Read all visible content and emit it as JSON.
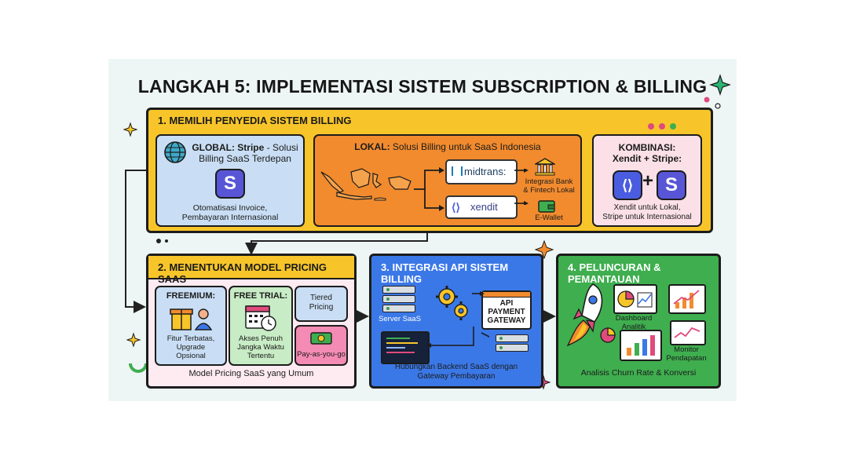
{
  "title": "LANGKAH 5: IMPLEMENTASI SISTEM SUBSCRIPTION & BILLING",
  "colors": {
    "panel1": "#f7c52a",
    "panel2": "#fdebf1",
    "panel3": "#3b78e7",
    "panel4": "#3fae4f",
    "local": "#f28b2e",
    "kombinasi": "#fbe0e8",
    "global": "#c9def4",
    "stripe": "#5856d6"
  },
  "panel1": {
    "title": "1. MEMILIH PENYEDIA SISTEM BILLING",
    "global": {
      "heading_bold": "GLOBAL: Stripe",
      "heading_rest": " - Solusi",
      "heading_line2": "Billing SaaS Terdepan",
      "logo": "S",
      "caption_line1": "Otomatisasi Invoice,",
      "caption_line2": "Pembayaran Internasional"
    },
    "local": {
      "heading_bold": "LOKAL:",
      "heading_rest": " Solusi Billing untuk SaaS Indonesia",
      "midtrans": "midtrans:",
      "xendit": "xendit",
      "bank_line1": "Integrasi Bank",
      "bank_line2": "& Fintech Lokal",
      "ewallet": "E-Wallet"
    },
    "kombinasi": {
      "heading_line1": "KOMBINASI:",
      "heading_line2": "Xendit + Stripe:",
      "plus": "+",
      "logo_s": "S",
      "caption_line1": "Xendit untuk Lokal,",
      "caption_line2": "Stripe untuk Internasional"
    }
  },
  "panel2": {
    "title": "2. MENENTUKAN MODEL PRICING SAAS",
    "freemium": {
      "heading": "FREEMIUM:",
      "l1": "Fitur Terbatas,",
      "l2": "Upgrade",
      "l3": "Opsional"
    },
    "trial": {
      "heading": "FREE TRIAL:",
      "l1": "Akses Penuh",
      "l2": "Jangka Waktu",
      "l3": "Tertentu"
    },
    "tiered": {
      "l1": "Tiered",
      "l2": "Pricing"
    },
    "payg": "Pay-as-you-go",
    "caption": "Model Pricing SaaS yang Umum"
  },
  "panel3": {
    "title": "3. INTEGRASI API SISTEM BILLING",
    "server_label": "Server SaaS",
    "gateway_l1": "API",
    "gateway_l2": "PAYMENT",
    "gateway_l3": "GATEWAY",
    "caption_l1": "Hubungkan Backend SaaS dengan",
    "caption_l2": "Gateway Pembayaran"
  },
  "panel4": {
    "title": "4. PELUNCURAN & PEMANTAUAN",
    "dashboard_l1": "Dashboard",
    "dashboard_l2": "Analitik",
    "monitor_l1": "Monitor",
    "monitor_l2": "Pendapatan",
    "caption": "Analisis Churn Rate & Konversi"
  }
}
